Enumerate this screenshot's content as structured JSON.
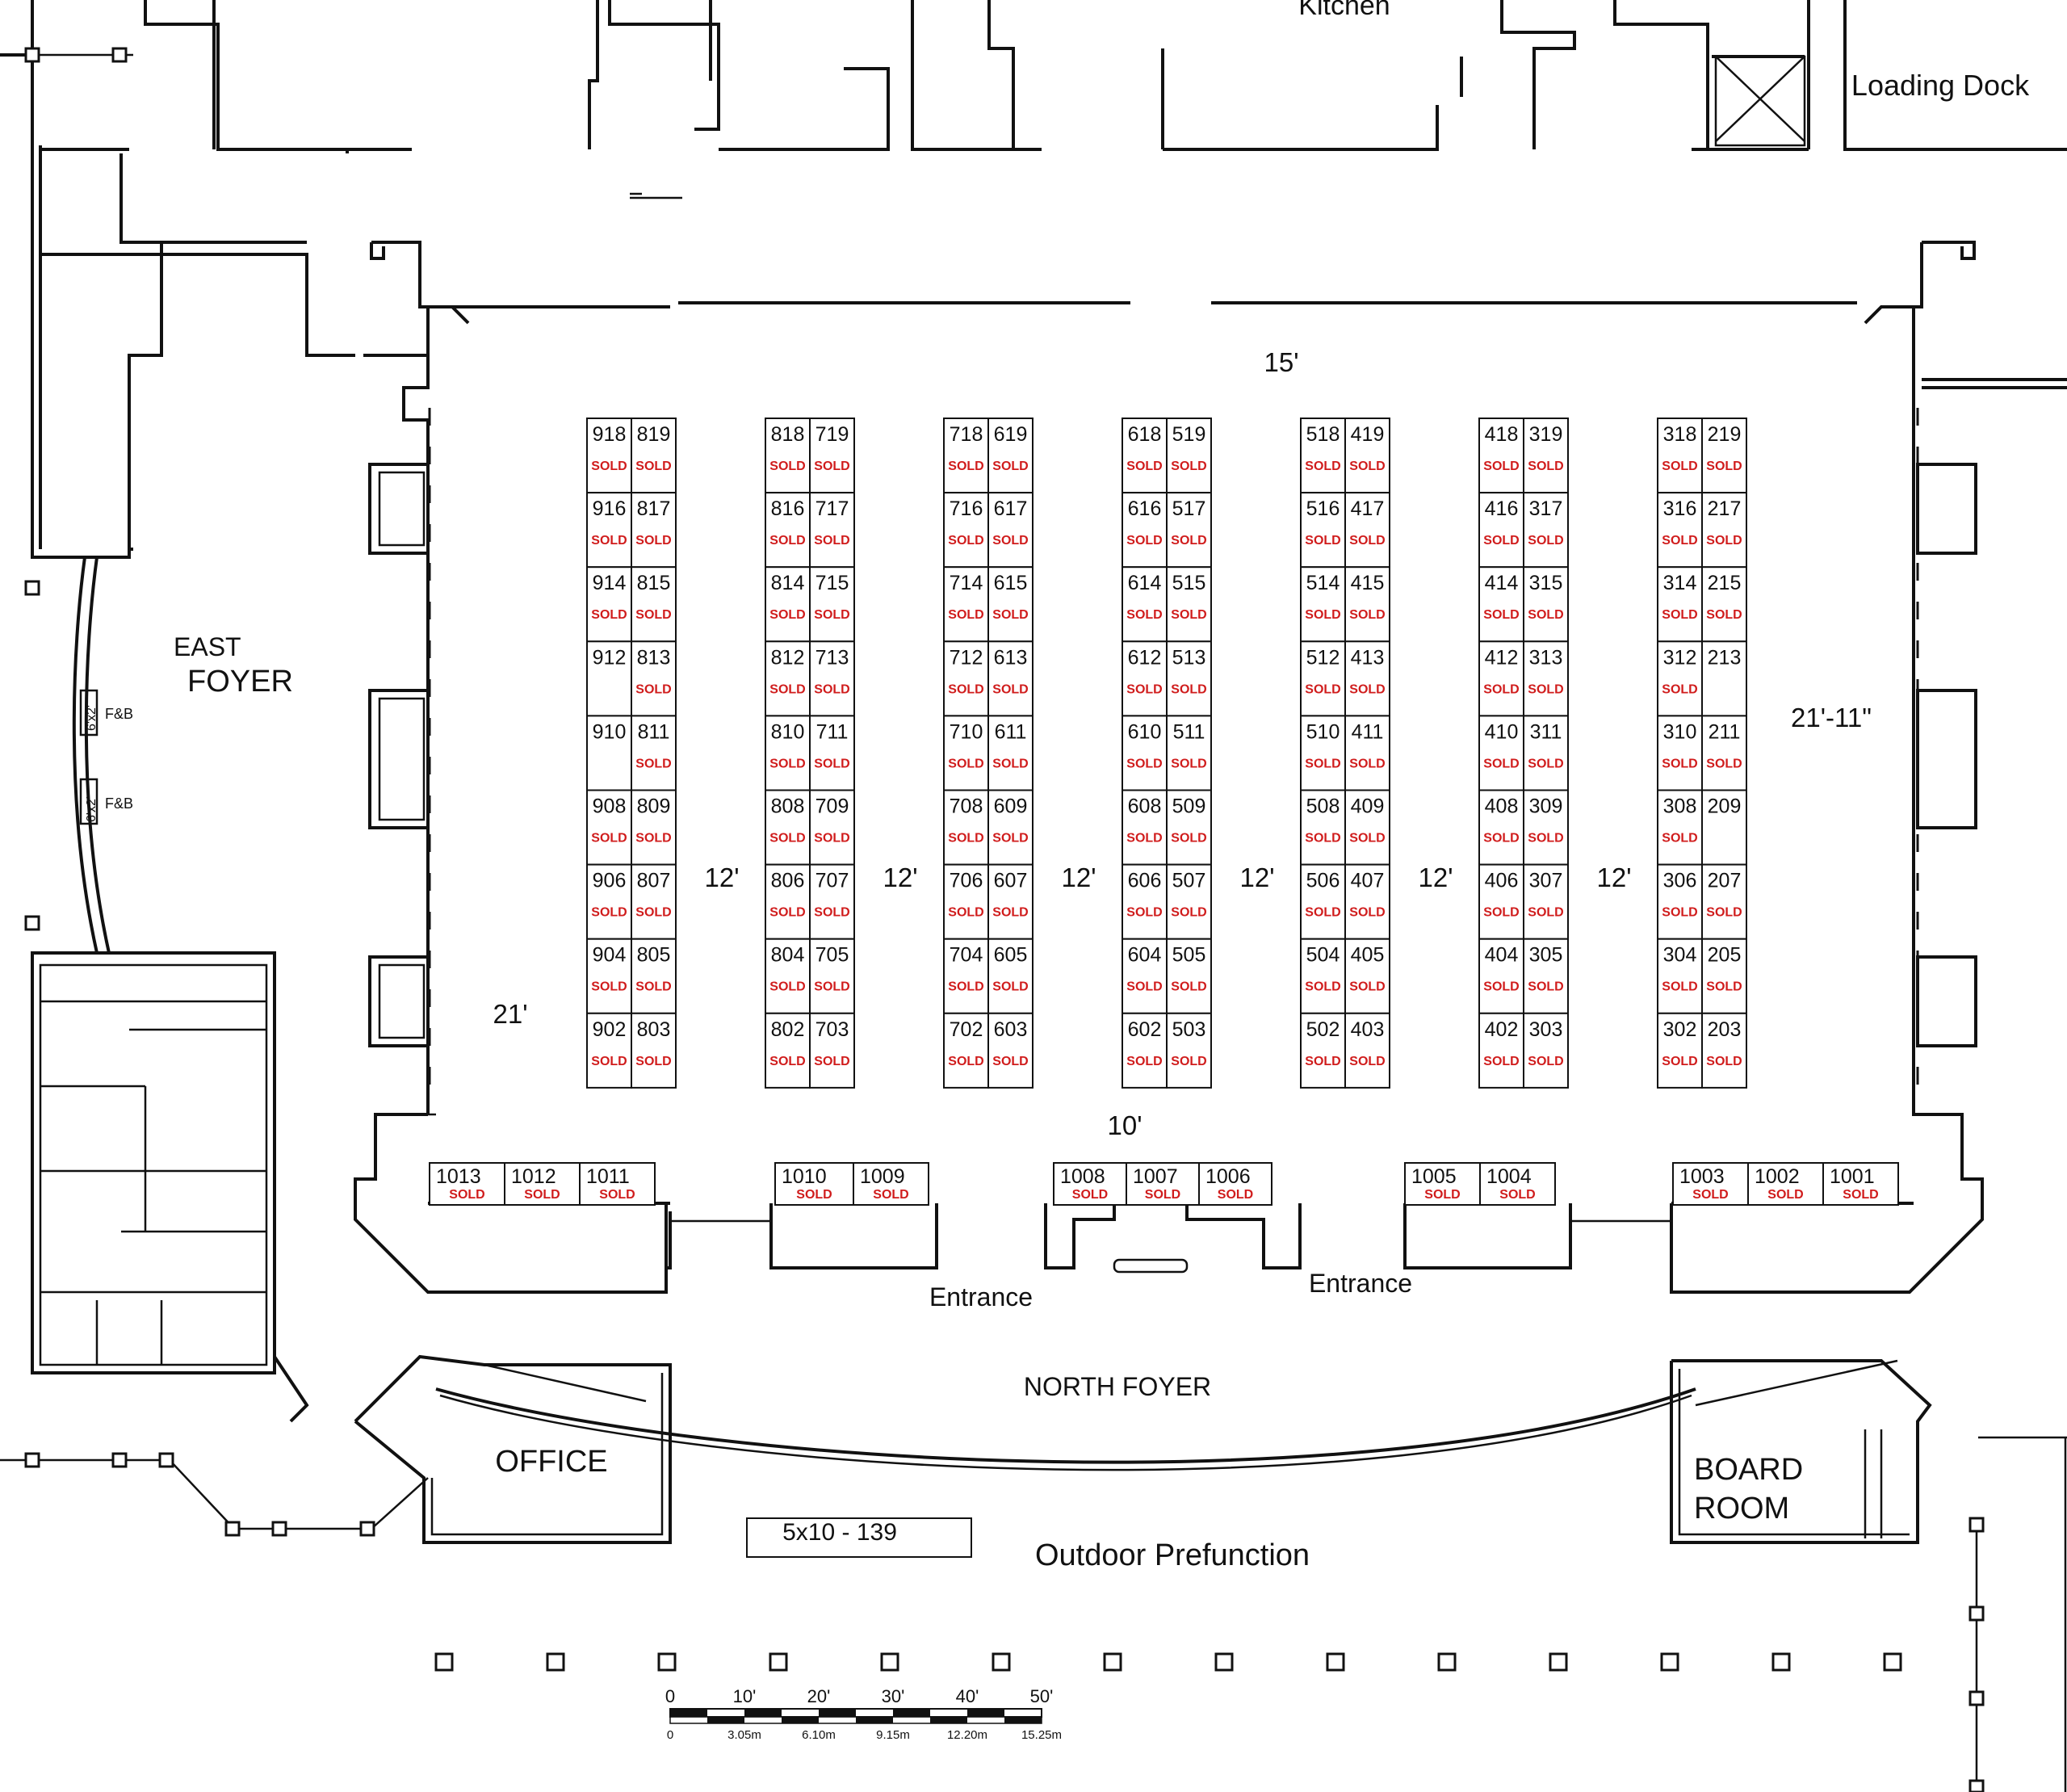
{
  "rooms": {
    "kitchen": "Kitchen",
    "loading_dock": "Loading Dock",
    "east_foyer_line1": "EAST",
    "east_foyer_line2": "FOYER",
    "north_foyer": "NORTH FOYER",
    "office": "OFFICE",
    "board_room_line1": "BOARD",
    "board_room_line2": "ROOM",
    "outdoor": "Outdoor Prefunction",
    "entrance_left": "Entrance",
    "entrance_right": "Entrance",
    "fb_top": "F&B",
    "fb_bottom": "F&B",
    "table_size_top": "6'x2'",
    "table_size_bottom": "6'x2'"
  },
  "dimensions": {
    "top_gap": "15'",
    "right_gap": "21'-11\"",
    "left_gap": "21'",
    "bottom_gap": "10'",
    "aisle": "12'"
  },
  "legend": {
    "booth_summary": "5x10 - 139"
  },
  "scale_bar": {
    "feet": [
      "0",
      "10'",
      "20'",
      "30'",
      "40'",
      "50'"
    ],
    "meters": [
      "0",
      "3.05m",
      "6.10m",
      "9.15m",
      "12.20m",
      "15.25m"
    ]
  },
  "sold_label": "SOLD",
  "booth_columns": [
    {
      "rows": [
        [
          "918",
          true
        ],
        [
          "916",
          true
        ],
        [
          "914",
          true
        ],
        [
          "912",
          false
        ],
        [
          "910",
          false
        ],
        [
          "908",
          true
        ],
        [
          "906",
          true
        ],
        [
          "904",
          true
        ],
        [
          "902",
          true
        ]
      ]
    },
    {
      "rows": [
        [
          "819",
          true
        ],
        [
          "817",
          true
        ],
        [
          "815",
          true
        ],
        [
          "813",
          true
        ],
        [
          "811",
          true
        ],
        [
          "809",
          true
        ],
        [
          "807",
          true
        ],
        [
          "805",
          true
        ],
        [
          "803",
          true
        ]
      ]
    },
    {
      "rows": [
        [
          "818",
          true
        ],
        [
          "816",
          true
        ],
        [
          "814",
          true
        ],
        [
          "812",
          true
        ],
        [
          "810",
          true
        ],
        [
          "808",
          true
        ],
        [
          "806",
          true
        ],
        [
          "804",
          true
        ],
        [
          "802",
          true
        ]
      ]
    },
    {
      "rows": [
        [
          "719",
          true
        ],
        [
          "717",
          true
        ],
        [
          "715",
          true
        ],
        [
          "713",
          true
        ],
        [
          "711",
          true
        ],
        [
          "709",
          true
        ],
        [
          "707",
          true
        ],
        [
          "705",
          true
        ],
        [
          "703",
          true
        ]
      ]
    },
    {
      "rows": [
        [
          "718",
          true
        ],
        [
          "716",
          true
        ],
        [
          "714",
          true
        ],
        [
          "712",
          true
        ],
        [
          "710",
          true
        ],
        [
          "708",
          true
        ],
        [
          "706",
          true
        ],
        [
          "704",
          true
        ],
        [
          "702",
          true
        ]
      ]
    },
    {
      "rows": [
        [
          "619",
          true
        ],
        [
          "617",
          true
        ],
        [
          "615",
          true
        ],
        [
          "613",
          true
        ],
        [
          "611",
          true
        ],
        [
          "609",
          true
        ],
        [
          "607",
          true
        ],
        [
          "605",
          true
        ],
        [
          "603",
          true
        ]
      ]
    },
    {
      "rows": [
        [
          "618",
          true
        ],
        [
          "616",
          true
        ],
        [
          "614",
          true
        ],
        [
          "612",
          true
        ],
        [
          "610",
          true
        ],
        [
          "608",
          true
        ],
        [
          "606",
          true
        ],
        [
          "604",
          true
        ],
        [
          "602",
          true
        ]
      ]
    },
    {
      "rows": [
        [
          "519",
          true
        ],
        [
          "517",
          true
        ],
        [
          "515",
          true
        ],
        [
          "513",
          true
        ],
        [
          "511",
          true
        ],
        [
          "509",
          true
        ],
        [
          "507",
          true
        ],
        [
          "505",
          true
        ],
        [
          "503",
          true
        ]
      ]
    },
    {
      "rows": [
        [
          "518",
          true
        ],
        [
          "516",
          true
        ],
        [
          "514",
          true
        ],
        [
          "512",
          true
        ],
        [
          "510",
          true
        ],
        [
          "508",
          true
        ],
        [
          "506",
          true
        ],
        [
          "504",
          true
        ],
        [
          "502",
          true
        ]
      ]
    },
    {
      "rows": [
        [
          "419",
          true
        ],
        [
          "417",
          true
        ],
        [
          "415",
          true
        ],
        [
          "413",
          true
        ],
        [
          "411",
          true
        ],
        [
          "409",
          true
        ],
        [
          "407",
          true
        ],
        [
          "405",
          true
        ],
        [
          "403",
          true
        ]
      ]
    },
    {
      "rows": [
        [
          "418",
          true
        ],
        [
          "416",
          true
        ],
        [
          "414",
          true
        ],
        [
          "412",
          true
        ],
        [
          "410",
          true
        ],
        [
          "408",
          true
        ],
        [
          "406",
          true
        ],
        [
          "404",
          true
        ],
        [
          "402",
          true
        ]
      ]
    },
    {
      "rows": [
        [
          "319",
          true
        ],
        [
          "317",
          true
        ],
        [
          "315",
          true
        ],
        [
          "313",
          true
        ],
        [
          "311",
          true
        ],
        [
          "309",
          true
        ],
        [
          "307",
          true
        ],
        [
          "305",
          true
        ],
        [
          "303",
          true
        ]
      ]
    },
    {
      "rows": [
        [
          "318",
          true
        ],
        [
          "316",
          true
        ],
        [
          "314",
          true
        ],
        [
          "312",
          true
        ],
        [
          "310",
          true
        ],
        [
          "308",
          true
        ],
        [
          "306",
          true
        ],
        [
          "304",
          true
        ],
        [
          "302",
          true
        ]
      ]
    },
    {
      "rows": [
        [
          "219",
          true
        ],
        [
          "217",
          true
        ],
        [
          "215",
          true
        ],
        [
          "213",
          false
        ],
        [
          "211",
          true
        ],
        [
          "209",
          false
        ],
        [
          "207",
          true
        ],
        [
          "205",
          true
        ],
        [
          "203",
          true
        ]
      ]
    }
  ],
  "bottom_booths": [
    [
      "1013",
      true
    ],
    [
      "1012",
      true
    ],
    [
      "1011",
      true
    ],
    [
      "1010",
      true
    ],
    [
      "1009",
      true
    ],
    [
      "1008",
      true
    ],
    [
      "1007",
      true
    ],
    [
      "1006",
      true
    ],
    [
      "1005",
      true
    ],
    [
      "1004",
      true
    ],
    [
      "1003",
      true
    ],
    [
      "1002",
      true
    ],
    [
      "1001",
      true
    ]
  ]
}
